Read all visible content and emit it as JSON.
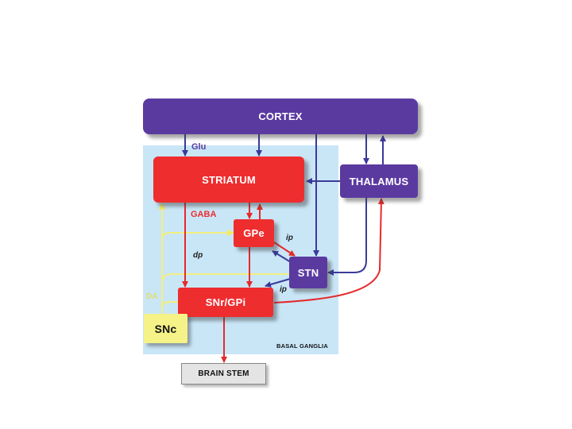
{
  "nodes": {
    "cortex": "CORTEX",
    "striatum": "STRIATUM",
    "thalamus": "THALAMUS",
    "gpe": "GPe",
    "stn": "STN",
    "snr_gpi": "SNr/GPi",
    "snc": "SNc",
    "brain_stem": "BRAIN STEM"
  },
  "labels": {
    "glu": "Glu",
    "gaba": "GABA",
    "da": "DA",
    "direct_pathway": "dp",
    "indirect_pathway_1": "ip",
    "indirect_pathway_2": "ip",
    "region": "BASAL GANGLIA"
  },
  "colors": {
    "excitatory": "#5b3aa0",
    "inhibitory": "#ee2d2f",
    "dopamine": "#f5f287",
    "basal_ganglia_region": "#c9e6f7"
  }
}
